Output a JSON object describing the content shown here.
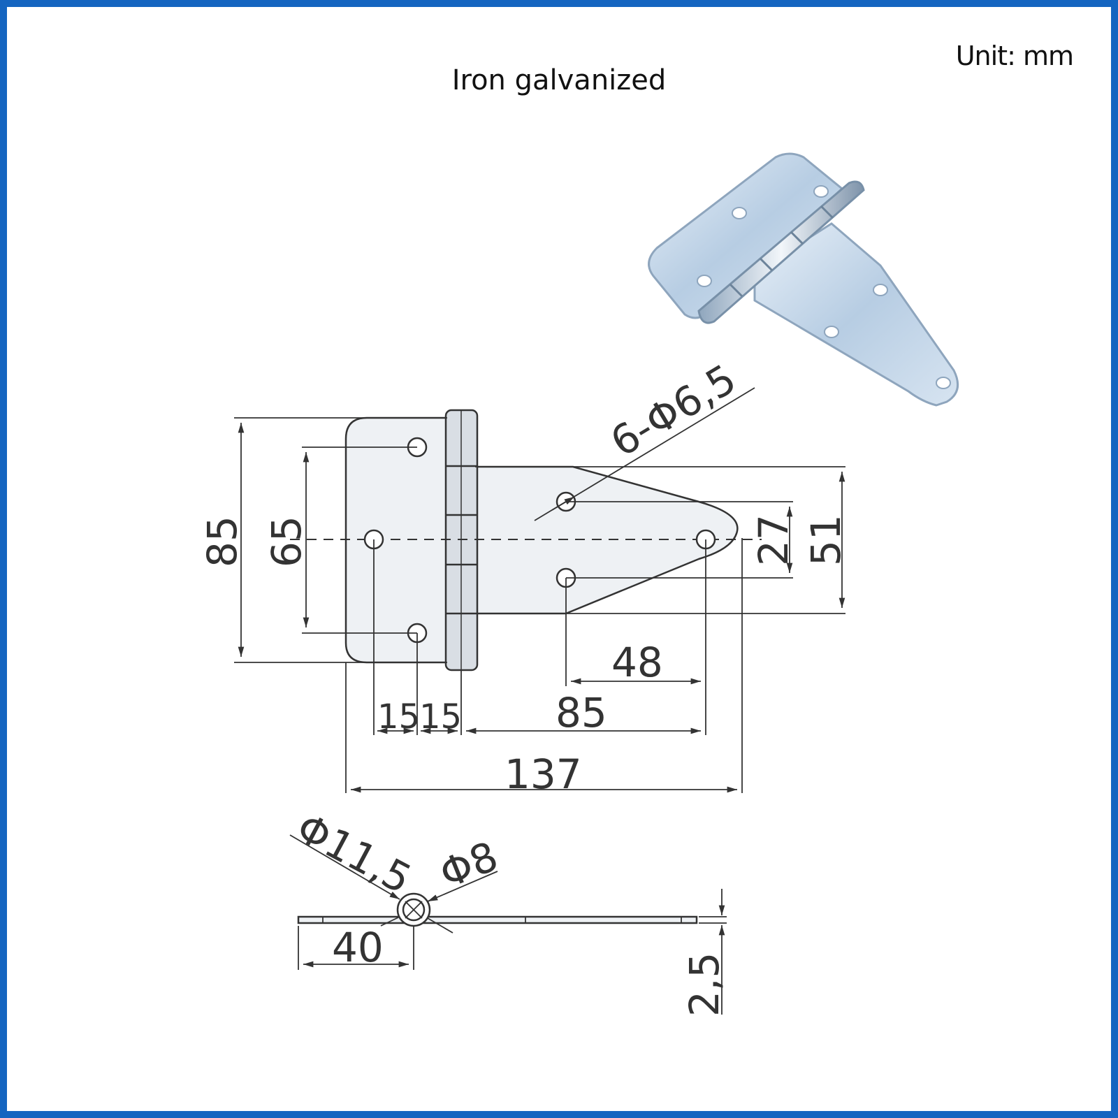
{
  "title": "Iron galvanized",
  "unit": "Unit:  mm",
  "dimensions": {
    "holes": "6-Φ6,5",
    "overall_height": "85",
    "hole_spacing_vertical": "65",
    "inner_hole_spacing": "27",
    "tail_height": "51",
    "tail_hole_offset": "48",
    "hole_offset_1": "15",
    "hole_offset_2": "15",
    "pin_to_tail_hole": "85",
    "overall_length": "137",
    "knuckle_outer_diameter": "Φ11,5",
    "pin_diameter": "Φ8",
    "leaf_width_side": "40",
    "thickness": "2,5"
  },
  "colors": {
    "frame": "#1565c0",
    "line": "#333333",
    "metal": "#c9d9ea"
  }
}
